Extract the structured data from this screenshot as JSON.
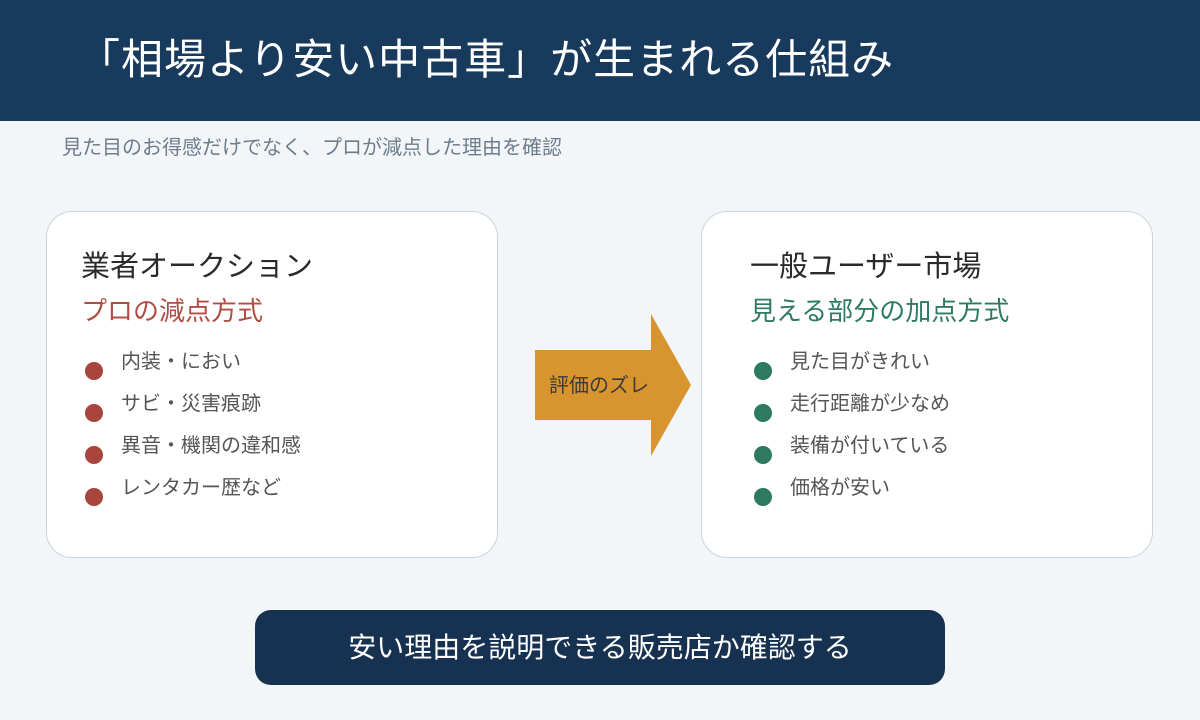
{
  "header": {
    "title": "「相場より安い中古車」が生まれる仕組み"
  },
  "subtitle": "見た目のお得感だけでなく、プロが減点した理由を確認",
  "left_panel": {
    "title": "業者オークション",
    "subtitle": "プロの減点方式",
    "items": [
      {
        "label": "内装・におい"
      },
      {
        "label": "サビ・災害痕跡"
      },
      {
        "label": "異音・機関の違和感"
      },
      {
        "label": "レンタカー歴など"
      }
    ]
  },
  "arrow": {
    "label": "評価のズレ"
  },
  "right_panel": {
    "title": "一般ユーザー市場",
    "subtitle": "見える部分の加点方式",
    "items": [
      {
        "label": "見た目がきれい"
      },
      {
        "label": "走行距離が少なめ"
      },
      {
        "label": "装備が付いている"
      },
      {
        "label": "価格が安い"
      }
    ]
  },
  "cta": {
    "label": "安い理由を説明できる販売店か確認する"
  },
  "colors": {
    "header_bg": "#173a5d",
    "page_bg": "#f3f6f9",
    "left_accent": "#a8453c",
    "right_accent": "#2d7a60",
    "arrow": "#d8942e",
    "cta_bg": "#173250"
  }
}
